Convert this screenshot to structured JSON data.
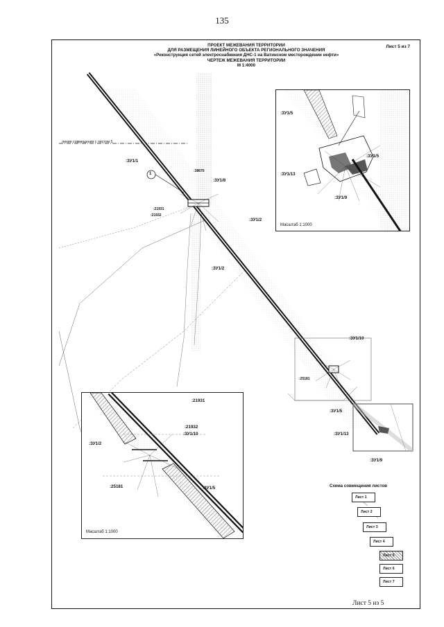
{
  "page_number": "135",
  "header": {
    "line1": "ПРОЕКТ МЕЖЕВАНИЯ ТЕРРИТОРИИ",
    "line2": "ДЛЯ РАЗМЕЩЕНИЯ ЛИНЕЙНОГО ОБЪЕКТА РЕГИОНАЛЬНОГО ЗНАЧЕНИЯ",
    "line3": "«Реконструкция сетей электроснабжения ДНС-1 на Ватинском месторождении нефти»",
    "line4": "ЧЕРТЕЖ МЕЖЕВАНИЯ ТЕРРИТОРИИ",
    "line5": "М 1:4000"
  },
  "sheet_label": "Лист 5 из 7",
  "footer": "Лист 5 из 5",
  "match_line": "линия совмещения с листом 5",
  "callout": "1",
  "main_labels": {
    "zu11": ":ЗУ1/1",
    "zu18": ":ЗУ1/8",
    "zu12a": ":ЗУ1/2",
    "zu12b": ":ЗУ1/2",
    "zu110": ":ЗУ1/10",
    "zu15": ":ЗУ1/5",
    "zu113": ":ЗУ1/13",
    "zu19": ":ЗУ1/9",
    "p38670": ":38670",
    "p21931": ":21931",
    "p21932": ":21932",
    "p25181": ":25181"
  },
  "inset_top": {
    "scale": "Масштаб 1:1000",
    "zu15a": ":ЗУ1/5",
    "zu15b": ":ЗУ1/5",
    "zu113": ":ЗУ1/13",
    "zu19": ":ЗУ1/9"
  },
  "inset_bottom": {
    "scale": "Масштаб 1:1000",
    "zu12": ":ЗУ1/2",
    "zu110": ":ЗУ1/10",
    "zu15": ":ЗУ1/5",
    "p21931": ":21931",
    "p21932": ":21932",
    "p25181": ":25181"
  },
  "scheme": {
    "title": "Схема совмещения листов",
    "sheets": [
      "Лист 1",
      "Лист 2",
      "Лист 3",
      "Лист 4",
      "Лист 5",
      "Лист 6",
      "Лист 7"
    ],
    "current": "Лист 5"
  },
  "colors": {
    "line": "#111111",
    "hatch": "#9a9a9a",
    "dot": "#777777"
  }
}
